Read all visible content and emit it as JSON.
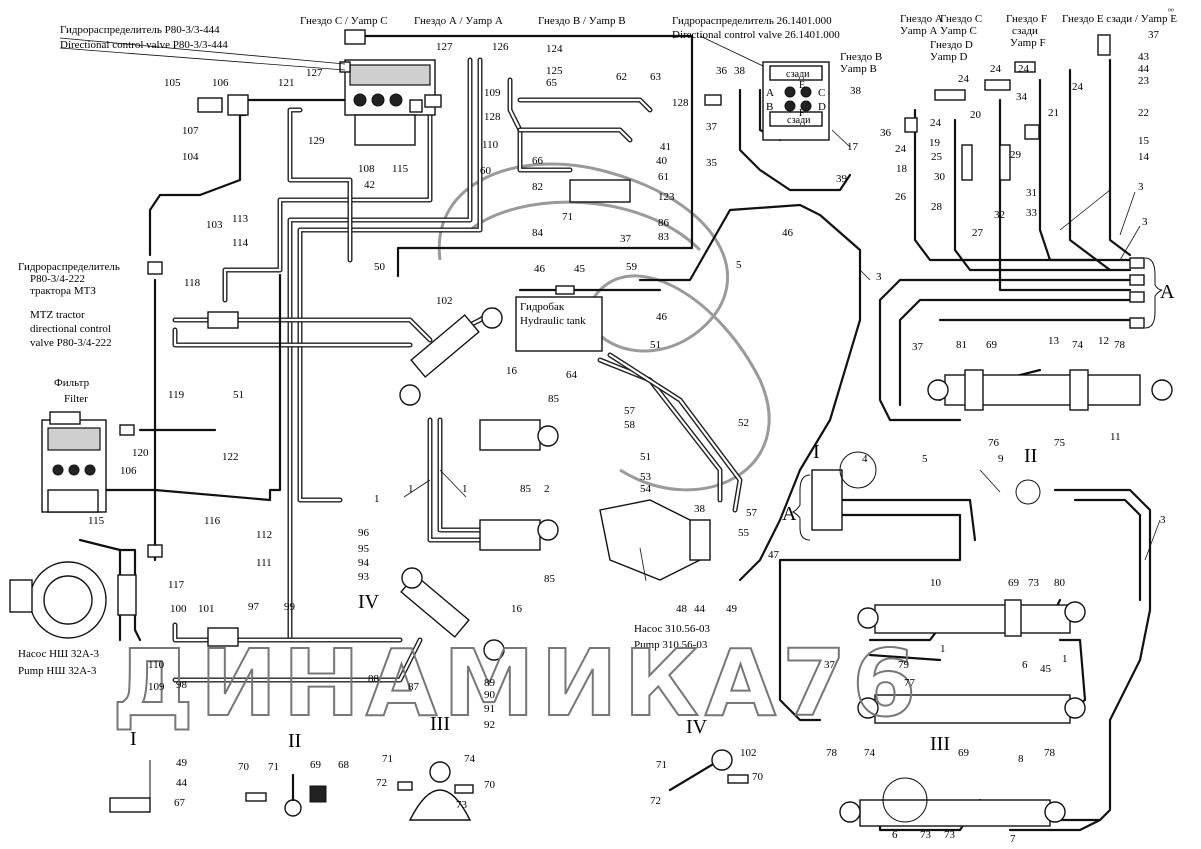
{
  "labels": {
    "valve_top_ru": "Гидрораспределитель Р80-3/3-444",
    "valve_top_en": "Directional control valve P80-3/3-444",
    "valve_right_ru": "Гидрораспределитель 26.1401.000",
    "valve_right_en": "Directional control valve 26.1401.000",
    "mtz_ru1": "Гидрораспределитель",
    "mtz_ru2": "Р80-3/4-222",
    "mtz_ru3": "трактора МТЗ",
    "mtz_en1": "MTZ tractor",
    "mtz_en2": "directional control",
    "mtz_en3": "valve P80-3/4-222",
    "filter_ru": "Фильтр",
    "filter_en": "Filter",
    "tank_ru": "Гидробак",
    "tank_en": "Hydraulic tank",
    "pump1_ru": "Насос НШ 32А-3",
    "pump1_en": "Pump НШ 32А-3",
    "pump2_ru": "Насос 310.56-03",
    "pump2_en": "Pump 310.56-03",
    "sock_c": "Гнездо С / Уamp С",
    "sock_a": "Гнездо А / Уamp А",
    "sock_b": "Гнездо В / Уamp В",
    "sock_a2_ru": "Гнездо А",
    "sock_a2_en": "Уamp А",
    "sock_b2_ru": "Гнездо В",
    "sock_b2_en": "Уamp В",
    "sock_c2_ru": "Гнездо С",
    "sock_c2_en": "Уamp С",
    "sock_d_ru": "Гнездо D",
    "sock_d_en": "Уamp D",
    "sock_f_ru": "Гнездо F",
    "sock_f_ru2": "сзади",
    "sock_f_en": "Уamp F",
    "sock_e": "Гнездо Е сзади / Уamp Е",
    "block_top": "сзади",
    "block_bottom": "сзади",
    "block_f": "F",
    "block_e": "E",
    "block_a": "A",
    "block_b": "B",
    "block_c": "C",
    "block_d": "D",
    "group_a": "A",
    "group_a2": "A",
    "watermark": "ДИНАМИКА76",
    "corner_mark": "ᵒᵒ"
  },
  "details": {
    "I": "I",
    "II": "II",
    "III": "III",
    "IV": "IV",
    "I_mark": "I",
    "II_mark": "II",
    "III_mark": "III",
    "IV_mark": "IV"
  },
  "numbers": {
    "n1a": "1",
    "n1b": "1",
    "n1c": "1",
    "n1d": "1",
    "n1e": "1",
    "n2": "2",
    "n3a": "3",
    "n3b": "3",
    "n3c": "3",
    "n3d": "3",
    "n4": "4",
    "n5a": "5",
    "n5b": "5",
    "n6a": "6",
    "n6b": "6",
    "n7": "7",
    "n8": "8",
    "n9": "9",
    "n10": "10",
    "n11": "11",
    "n12": "12",
    "n13": "13",
    "n14": "14",
    "n15": "15",
    "n16a": "16",
    "n16b": "16",
    "n17": "17",
    "n18": "18",
    "n19": "19",
    "n20": "20",
    "n21": "21",
    "n22": "22",
    "n23": "23",
    "n24a": "24",
    "n24b": "24",
    "n24c": "24",
    "n24d": "24",
    "n24e": "24",
    "n24f": "24",
    "n25": "25",
    "n26": "26",
    "n27": "27",
    "n28": "28",
    "n29": "29",
    "n30": "30",
    "n31": "31",
    "n32": "32",
    "n33": "33",
    "n34": "34",
    "n35": "35",
    "n36a": "36",
    "n36b": "36",
    "n37a": "37",
    "n37b": "37",
    "n37c": "37",
    "n37d": "37",
    "n37e": "37",
    "n38a": "38",
    "n38b": "38",
    "n38c": "38",
    "n39": "39",
    "n40": "40",
    "n41": "41",
    "n42": "42",
    "n43": "43",
    "n44a": "44",
    "n44b": "44",
    "n44c": "44",
    "n45a": "45",
    "n45b": "45",
    "n46a": "46",
    "n46b": "46",
    "n46c": "46",
    "n47": "47",
    "n48": "48",
    "n49a": "49",
    "n49b": "49",
    "n50": "50",
    "n51a": "51",
    "n51b": "51",
    "n51c": "51",
    "n52": "52",
    "n53": "53",
    "n54": "54",
    "n55": "55",
    "n57a": "57",
    "n57b": "57",
    "n58": "58",
    "n59": "59",
    "n60": "60",
    "n61": "61",
    "n62": "62",
    "n63": "63",
    "n64": "64",
    "n65": "65",
    "n66": "66",
    "n67": "67",
    "n68": "68",
    "n69a": "69",
    "n69b": "69",
    "n69c": "69",
    "n69d": "69",
    "n70a": "70",
    "n70b": "70",
    "n70c": "70",
    "n71a": "71",
    "n71b": "71",
    "n71c": "71",
    "n71d": "71",
    "n72a": "72",
    "n72b": "72",
    "n73a": "73",
    "n73b": "73",
    "n73c": "73",
    "n73d": "73",
    "n74a": "74",
    "n74b": "74",
    "n74c": "74",
    "n75": "75",
    "n76": "76",
    "n77": "77",
    "n78a": "78",
    "n78b": "78",
    "n78c": "78",
    "n79": "79",
    "n80": "80",
    "n81": "81",
    "n82": "82",
    "n83": "83",
    "n84": "84",
    "n85a": "85",
    "n85b": "85",
    "n85c": "85",
    "n86": "86",
    "n87": "87",
    "n88": "88",
    "n89": "89",
    "n90": "90",
    "n91": "91",
    "n92": "92",
    "n93": "93",
    "n94": "94",
    "n95": "95",
    "n96": "96",
    "n97": "97",
    "n98": "98",
    "n99": "99",
    "n100": "100",
    "n101": "101",
    "n102a": "102",
    "n102b": "102",
    "n103": "103",
    "n104": "104",
    "n105": "105",
    "n106a": "106",
    "n106b": "106",
    "n107": "107",
    "n108": "108",
    "n109a": "109",
    "n109b": "109",
    "n110a": "110",
    "n110b": "110",
    "n111": "111",
    "n112": "112",
    "n113": "113",
    "n114": "114",
    "n115a": "115",
    "n115b": "115",
    "n116": "116",
    "n117": "117",
    "n118": "118",
    "n119": "119",
    "n120": "120",
    "n121": "121",
    "n122": "122",
    "n123": "123",
    "n124": "124",
    "n125": "125",
    "n126": "126",
    "n127a": "127",
    "n127b": "127",
    "n128a": "128",
    "n128b": "128",
    "n129": "129"
  }
}
